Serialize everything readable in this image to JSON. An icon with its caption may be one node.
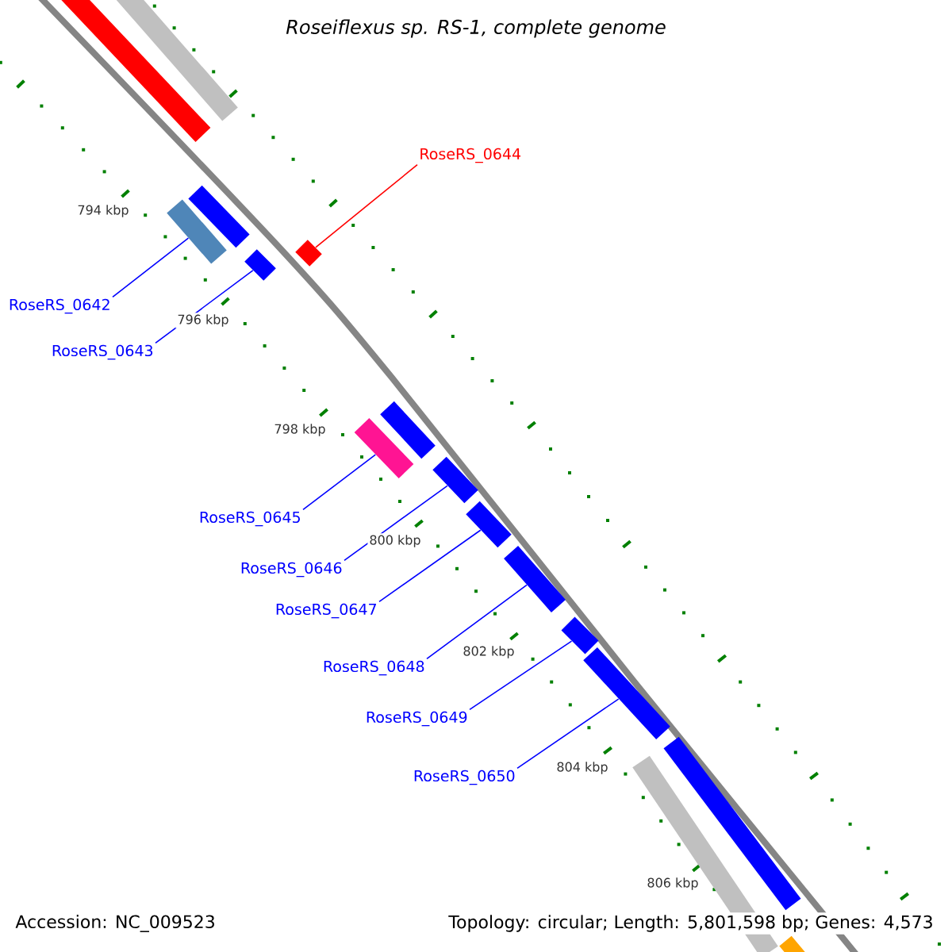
{
  "diagram": {
    "title": "Roseiflexus sp. RS-1, complete genome",
    "nodes": [
      {
        "text": [],
        "shape": "bar"
      },
      {
        "text": [],
        "shape": "bar"
      },
      {
        "text": [],
        "shape": "bar"
      },
      {
        "text": [],
        "shape": "bar"
      },
      {
        "text": [],
        "shape": "bar"
      },
      {
        "text": [],
        "shape": "bar"
      },
      {
        "text": [],
        "shape": "bar"
      },
      {
        "text": [],
        "shape": "bar"
      },
      {
        "text": [],
        "shape": "bar"
      },
      {
        "text": [],
        "shape": "bar"
      },
      {
        "text": [],
        "shape": "bar"
      },
      {
        "text": [],
        "shape": "bar"
      },
      {
        "text": [],
        "shape": "bar"
      },
      {
        "text": [],
        "shape": "bar"
      },
      {
        "text": [],
        "shape": "bar"
      },
      {
        "text": [],
        "shape": "bar"
      },
      {
        "text": [
          "RoseRS_0644"
        ]
      },
      {
        "text": [
          "RoseRS_0642"
        ]
      },
      {
        "text": [
          "RoseRS_0643"
        ]
      },
      {
        "text": [
          "RoseRS_0645"
        ]
      },
      {
        "text": [
          "RoseRS_0646"
        ]
      },
      {
        "text": [
          "RoseRS_0647"
        ]
      },
      {
        "text": [
          "RoseRS_0648"
        ]
      },
      {
        "text": [
          "RoseRS_0649"
        ]
      },
      {
        "text": [
          "RoseRS_0650"
        ]
      }
    ],
    "edges": [
      {
        "from": 16,
        "to": 5,
        "arrow": "none",
        "color": "#ff0000"
      },
      {
        "from": 17,
        "to": 2,
        "arrow": "none"
      },
      {
        "from": 18,
        "to": 4,
        "arrow": "none"
      },
      {
        "from": 19,
        "to": 6,
        "arrow": "none"
      },
      {
        "from": 20,
        "to": 8,
        "arrow": "none"
      },
      {
        "from": 21,
        "to": 9,
        "arrow": "none"
      },
      {
        "from": 22,
        "to": 10,
        "arrow": "none"
      },
      {
        "from": 23,
        "to": 11,
        "arrow": "none"
      },
      {
        "from": 24,
        "to": 12,
        "arrow": "none"
      }
    ],
    "labels": [
      "794 kbp",
      "796 kbp",
      "798 kbp",
      "800 kbp",
      "802 kbp",
      "804 kbp",
      "806 kbp",
      "Accession: NC_009523",
      "Topology: circular; Length: 5,801,598 bp; Genes: 4,573"
    ]
  }
}
